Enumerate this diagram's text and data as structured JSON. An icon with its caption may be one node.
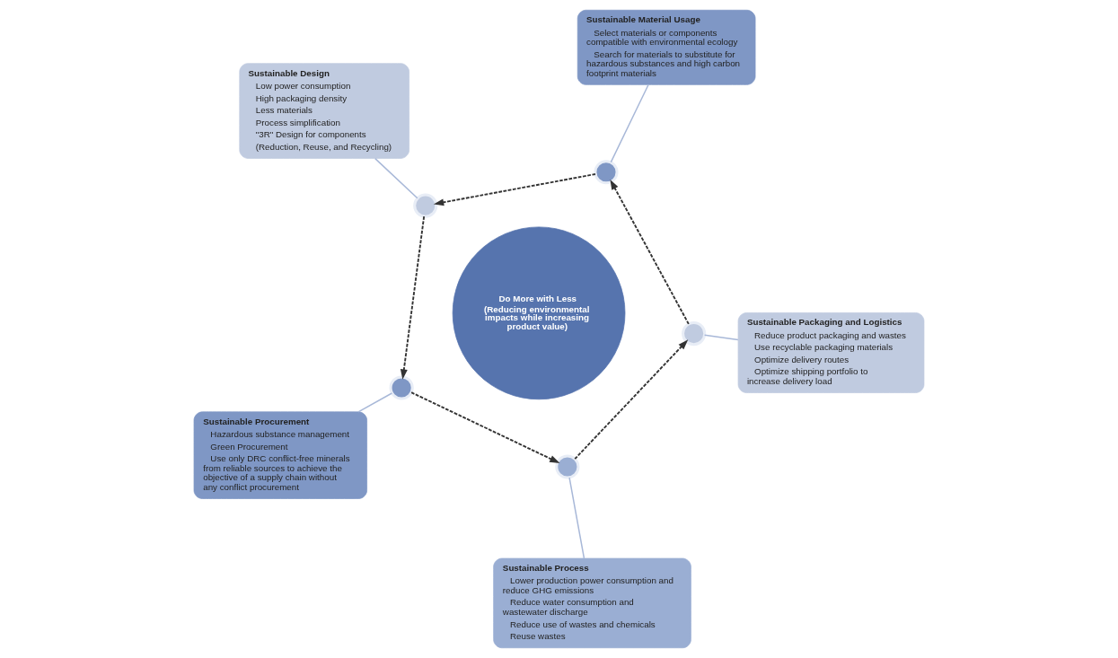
{
  "diagram": {
    "nodes": [
      {
        "text": [
          "Sustainable Design",
          "Low power consumption",
          "High packaging density",
          "Less materials",
          "Process simplification",
          "\"3R\" Design for components",
          "(Reduction, Reuse, and Recycling)"
        ]
      },
      {
        "text": [
          "Sustainable Material Usage",
          "Select materials or components compatible with environmental ecology",
          "Search for materials to substitute for hazardous substances and high carbon footprint materials"
        ]
      },
      {
        "text": [
          "Sustainable Procurement",
          "Hazardous substance management",
          "Green Procurement",
          "Use only DRC conflict-free minerals from reliable sources to achieve the objective of a supply chain without any conflict procurement"
        ]
      },
      {
        "text": [
          "Do More with Less",
          "(Reducing environmental impacts while increasing product value)"
        ]
      },
      {
        "text": [],
        "shape": "circle"
      },
      {
        "text": [],
        "shape": "circle"
      },
      {
        "text": [],
        "shape": "circle"
      },
      {
        "text": [
          "Sustainable Packaging and Logistics",
          "Reduce product packaging and wastes",
          "Use recyclable packaging materials",
          "Optimize delivery routes",
          "Optimize shipping portfolio to increase delivery load"
        ]
      },
      {
        "text": [
          "Sustainable Process",
          "Lower production power consumption and reduce GHG emissions",
          "Reduce water consumption and wastewater discharge",
          "Reduce use of wastes and chemicals",
          "Reuse wastes"
        ]
      },
      {
        "text": [],
        "shape": "circle"
      },
      {
        "text": [],
        "shape": "circle"
      }
    ],
    "edges": [
      {
        "from": 0,
        "to": 4,
        "arrow": "none"
      },
      {
        "from": 1,
        "to": 5,
        "arrow": "none"
      },
      {
        "from": 2,
        "to": 6,
        "arrow": "none"
      },
      {
        "from": 7,
        "to": 9,
        "arrow": "none"
      },
      {
        "from": 8,
        "to": 10,
        "arrow": "none"
      },
      {
        "from": 4,
        "to": 6,
        "arrow": "to",
        "style": "dashed",
        "color": "#333333"
      },
      {
        "from": 6,
        "to": 10,
        "arrow": "to",
        "style": "dashed",
        "color": "#333333"
      },
      {
        "from": 10,
        "to": 9,
        "arrow": "to",
        "style": "dashed",
        "color": "#333333"
      },
      {
        "from": 9,
        "to": 5,
        "arrow": "to",
        "style": "dashed",
        "color": "#333333"
      },
      {
        "from": 5,
        "to": 4,
        "arrow": "to",
        "style": "dashed",
        "color": "#333333"
      }
    ]
  }
}
